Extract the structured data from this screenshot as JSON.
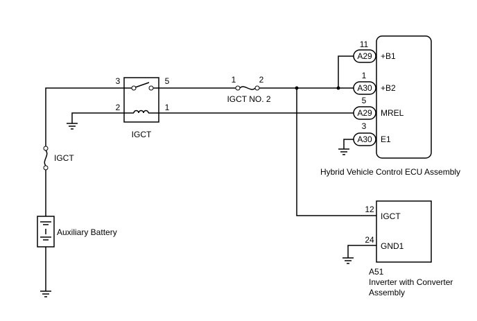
{
  "relay": {
    "label": "IGCT",
    "pins": {
      "p3": "3",
      "p5": "5",
      "p2": "2",
      "p1": "1"
    }
  },
  "fuse_igct_no2": {
    "label": "IGCT NO. 2",
    "pin_left": "1",
    "pin_right": "2"
  },
  "fuse_igct": {
    "label": "IGCT"
  },
  "battery": {
    "label": "Auxiliary Battery"
  },
  "ecu": {
    "title": "Hybrid Vehicle Control ECU Assembly",
    "terminals": [
      {
        "pin": "11",
        "connector": "A29",
        "name": "+B1"
      },
      {
        "pin": "1",
        "connector": "A30",
        "name": "+B2"
      },
      {
        "pin": "5",
        "connector": "A29",
        "name": "MREL"
      },
      {
        "pin": "3",
        "connector": "A30",
        "name": "E1"
      }
    ]
  },
  "inverter": {
    "code": "A51",
    "title_line1": "Inverter with Converter",
    "title_line2": "Assembly",
    "terminals": [
      {
        "pin": "12",
        "name": "IGCT"
      },
      {
        "pin": "24",
        "name": "GND1"
      }
    ]
  }
}
